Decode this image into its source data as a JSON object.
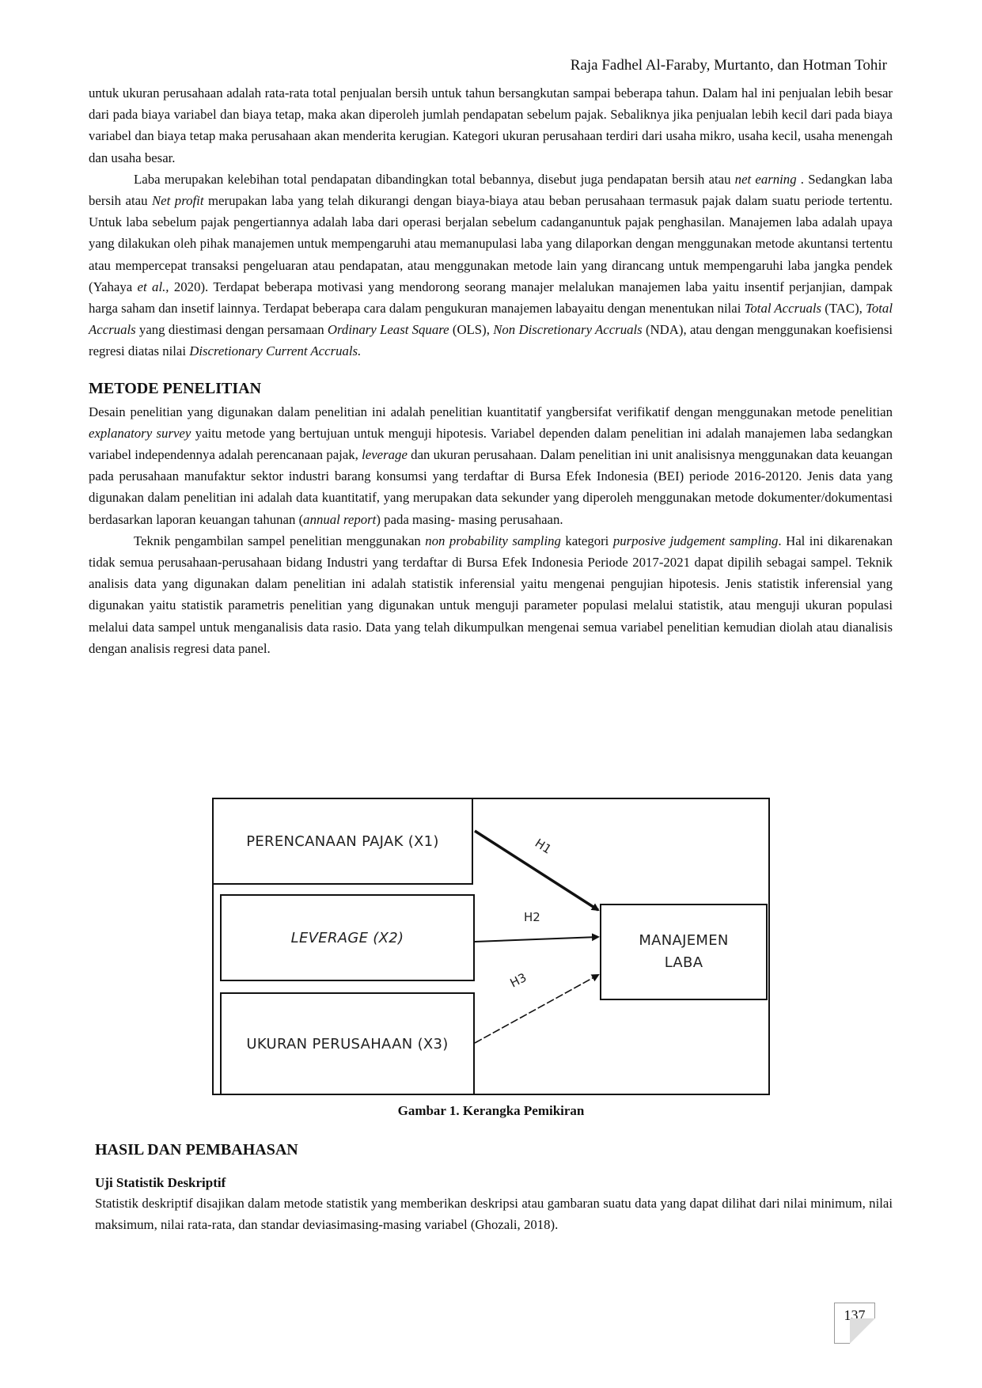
{
  "header": {
    "authors": "Raja Fadhel Al-Faraby, Murtanto, dan Hotman Tohir"
  },
  "intro": {
    "p1": "untuk ukuran perusahaan adalah rata-rata total penjualan bersih untuk tahun bersangkutan sampai beberapa tahun. Dalam hal ini penjualan lebih besar dari pada biaya variabel dan biaya tetap, maka akan diperoleh jumlah pendapatan sebelum pajak. Sebaliknya jika penjualan lebih kecil dari pada biaya variabel dan biaya tetap maka perusahaan akan menderita kerugian. Kategori ukuran perusahaan terdiri dari usaha mikro, usaha kecil, usaha menengah dan usaha besar.",
    "p2": {
      "s1": "Laba merupakan kelebihan total pendapatan dibandingkan total bebannya, disebut juga pendapatan bersih atau ",
      "i1": "net earning",
      "s2": " . Sedangkan laba bersih atau ",
      "i2": "Net profit",
      "s3": " merupakan laba yang telah dikurangi dengan biaya-biaya atau beban perusahaan termasuk pajak dalam suatu periode tertentu. Untuk laba sebelum pajak pengertiannya adalah laba dari operasi berjalan sebelum cadanganuntuk pajak penghasilan. Manajemen laba adalah upaya yang dilakukan oleh pihak manajemen untuk mempengaruhi atau memanupulasi laba yang dilaporkan dengan menggunakan metode akuntansi tertentu atau mempercepat transaksi pengeluaran atau pendapatan, atau menggunakan metode lain yang dirancang untuk mempengaruhi laba jangka pendek (Yahaya ",
      "i3": "et al.,",
      "s4": " 2020). Terdapat beberapa motivasi yang mendorong seorang manajer melalukan manajemen laba yaitu insentif perjanjian, dampak harga saham dan insetif lainnya. Terdapat beberapa cara dalam pengukuran manajemen labayaitu dengan menentukan nilai ",
      "i4": "Total Accruals",
      "s5": " (TAC), ",
      "i5": "Total Accruals",
      "s6": " yang diestimasi dengan persamaan ",
      "i6": "Ordinary Least Square",
      "s7": " (OLS), ",
      "i7": "Non Discretionary Accruals",
      "s8": " (NDA), atau dengan menggunakan koefisiensi regresi diatas nilai ",
      "i8": "Discretionary Current Accruals.",
      "s9": ""
    }
  },
  "metode": {
    "heading": "METODE PENELITIAN",
    "p1": {
      "s1": "Desain penelitian yang digunakan dalam penelitian ini adalah penelitian kuantitatif yangbersifat verifikatif dengan menggunakan metode penelitian ",
      "i1": "explanatory survey",
      "s2": " yaitu metode yang bertujuan untuk menguji hipotesis. Variabel dependen dalam penelitian ini adalah manajemen laba sedangkan variabel independennya adalah perencanaan pajak, ",
      "i2": "leverage",
      "s3": " dan ukuran perusahaan. Dalam penelitian ini unit analisisnya menggunakan data keuangan pada perusahaan manufaktur sektor industri barang konsumsi yang terdaftar di Bursa Efek Indonesia (BEI) periode 2016-20120. Jenis data yang digunakan dalam penelitian ini adalah data kuantitatif, yang merupakan data sekunder yang diperoleh menggunakan metode dokumenter/dokumentasi berdasarkan laporan keuangan tahunan (",
      "i3": "annual report",
      "s4": ") pada masing- masing perusahaan."
    },
    "p2": {
      "s1": "Teknik pengambilan sampel penelitian menggunakan ",
      "i1": "non probability sampling",
      "s2": " kategori ",
      "i2": "purposive judgement sampling",
      "s3": ". Hal ini dikarenakan tidak semua perusahaan-perusahaan bidang Industri yang terdaftar di Bursa Efek Indonesia Periode 2017-2021 dapat dipilih sebagai sampel. Teknik analisis data yang digunakan dalam penelitian ini adalah statistik inferensial yaitu mengenai pengujian hipotesis. Jenis statistik inferensial yang digunakan yaitu statistik parametris penelitian yang digunakan untuk menguji parameter populasi melalui statistik, atau menguji ukuran populasi melalui data sampel untuk menganalisis data rasio. Data yang telah dikumpulkan mengenai semua variabel penelitian kemudian diolah atau dianalisis dengan analisis regresi data panel."
    }
  },
  "figure": {
    "x1": "PERENCANAAN PAJAK (X1)",
    "x2": "LEVERAGE (X2)",
    "x3": "UKURAN PERUSAHAAN (X3)",
    "y_line1": "MANAJEMEN",
    "y_line2": "LABA",
    "h1": "H1",
    "h2": "H2",
    "h3": "H3",
    "caption": "Gambar 1. Kerangka Pemikiran"
  },
  "hasil": {
    "heading": "HASIL DAN PEMBAHASAN",
    "subheading": "Uji Statistik Deskriptif",
    "p1": "Statistik deskriptif disajikan dalam metode statistik yang memberikan deskripsi atau gambaran suatu data yang dapat dilihat dari nilai minimum, nilai maksimum, nilai rata-rata, dan standar deviasimasing-masing variabel (Ghozali, 2018)."
  },
  "page_number": "137"
}
